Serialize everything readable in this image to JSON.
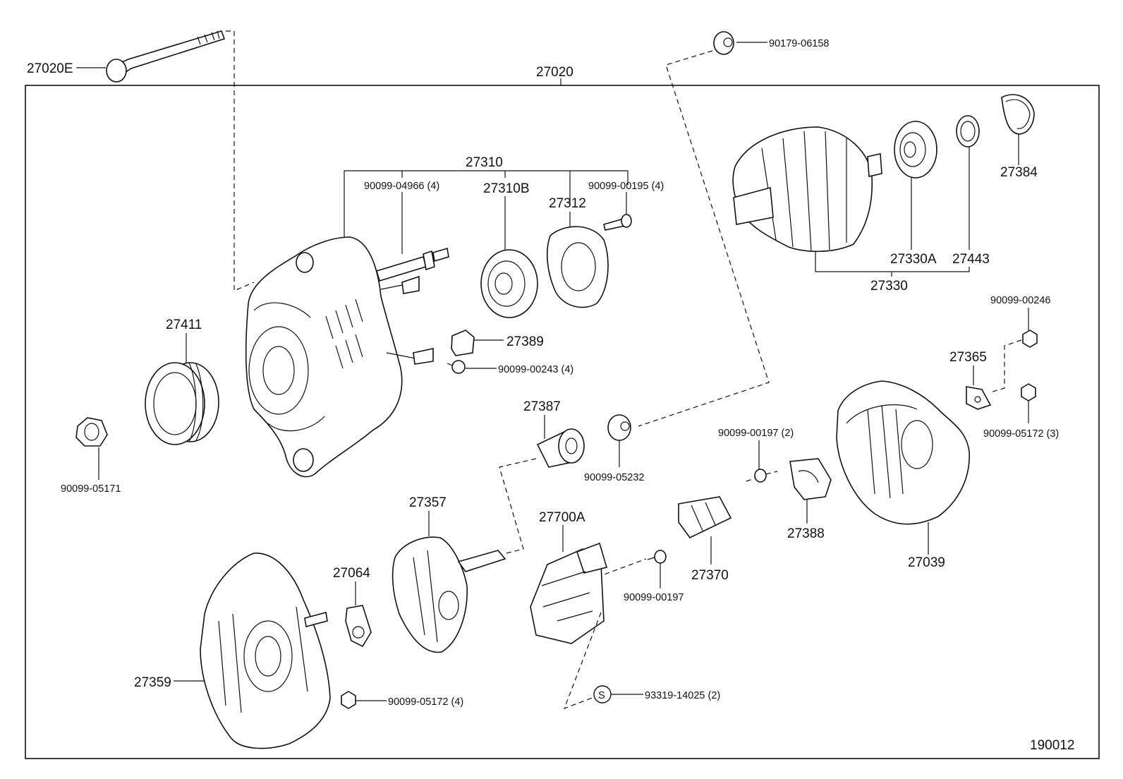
{
  "diagram_id": "190012",
  "parts": {
    "p27020e": "27020E",
    "p27020": "27020",
    "p90179_06158": "90179-06158",
    "p27310": "27310",
    "p90099_04966": "90099-04966 (4)",
    "p27310b": "27310B",
    "p27312": "27312",
    "p90099_00195": "90099-00195 (4)",
    "p27384": "27384",
    "p27330a": "27330A",
    "p27443": "27443",
    "p27330": "27330",
    "p27411": "27411",
    "p27389": "27389",
    "p90099_00243": "90099-00243 (4)",
    "p90099_00246": "90099-00246",
    "p27365": "27365",
    "p90099_05172_3": "90099-05172 (3)",
    "p90099_05171": "90099-05171",
    "p27387": "27387",
    "p90099_05232": "90099-05232",
    "p90099_00197_2": "90099-00197 (2)",
    "p27357": "27357",
    "p27700a": "27700A",
    "p27388": "27388",
    "p27039": "27039",
    "p27064": "27064",
    "p27370": "27370",
    "p90099_00197": "90099-00197",
    "p27359": "27359",
    "p90099_05172_4": "90099-05172 (4)",
    "s_mark": "S",
    "p93319_14025": "93319-14025 (2)"
  }
}
